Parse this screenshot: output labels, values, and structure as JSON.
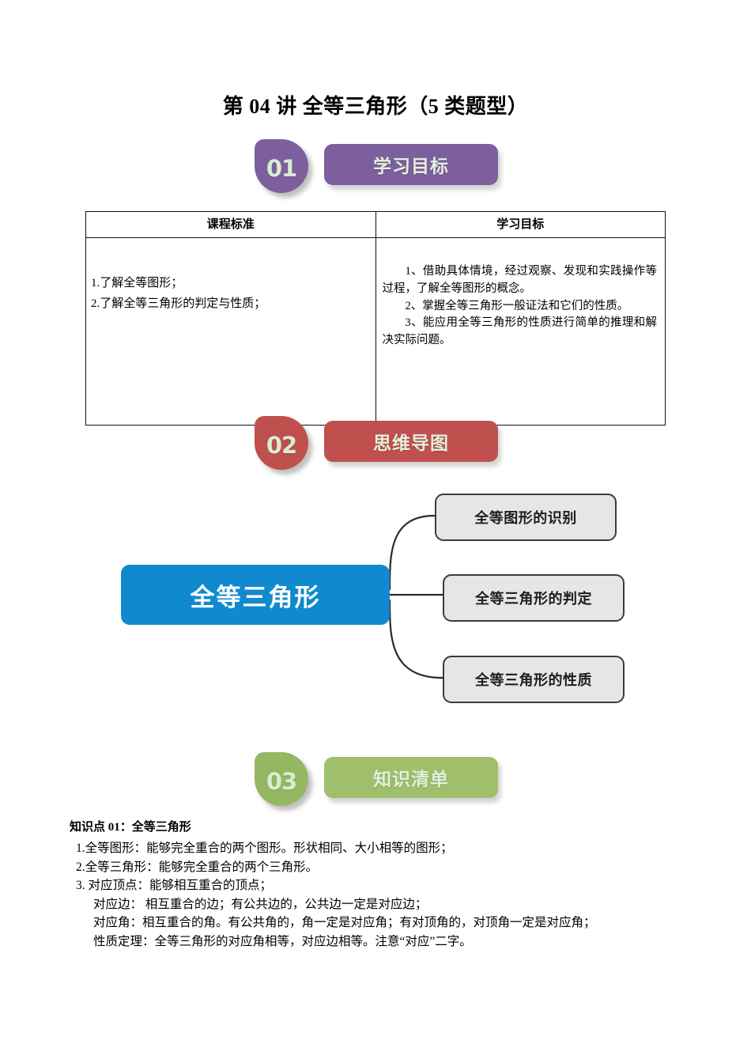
{
  "document": {
    "title": "第 04 讲 全等三角形（5 类题型）"
  },
  "sections": [
    {
      "number": "01",
      "label": "学习目标",
      "color": "#7d5f9e",
      "bar_color": "#7d5f9e"
    },
    {
      "number": "02",
      "label": "思维导图",
      "color": "#c0504d",
      "bar_color": "#c0504d"
    },
    {
      "number": "03",
      "label": "知识清单",
      "color": "#94b862",
      "bar_color": "#a0bf6b"
    }
  ],
  "objectives_table": {
    "headers": [
      "课程标准",
      "学习目标"
    ],
    "left_cell": [
      "1.了解全等图形；",
      "2.了解全等三角形的判定与性质；"
    ],
    "right_cell": [
      "1、借助具体情境，经过观察、发现和实践操作等过程，了解全等图形的概念。",
      "2、掌握全等三角形一般证法和它们的性质。",
      "3、能应用全等三角形的性质进行简单的推理和解决实际问题。"
    ]
  },
  "mindmap": {
    "center": "全等三角形",
    "center_color": "#1189ce",
    "node_color": "#e6e6e6",
    "node_border_color": "#3b3b3b",
    "branches": [
      "全等图形的识别",
      "全等三角形的判定",
      "全等三角形的性质"
    ]
  },
  "knowledge": {
    "heading": "知识点 01：全等三角形",
    "lines": [
      "1.全等图形：能够完全重合的两个图形。形状相同、大小相等的图形；",
      "2.全等三角形：能够完全重合的两个三角形。",
      "3. 对应顶点：能够相互重合的顶点；",
      "对应边：    相互重合的边；有公共边的，公共边一定是对应边；",
      "对应角：相互重合的角。有公共角的，角一定是对应角；有对顶角的，对顶角一定是对应角；",
      "性质定理：全等三角形的对应角相等，对应边相等。注意“对应”二字。"
    ]
  }
}
